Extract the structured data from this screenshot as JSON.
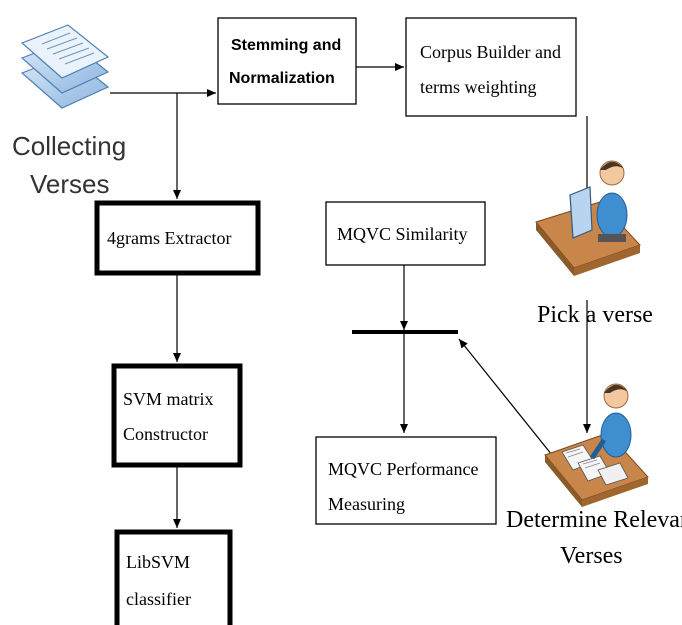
{
  "nodes": {
    "collecting": {
      "line1": "Collecting",
      "line2": "Verses",
      "icon": "documents-icon"
    },
    "stemming": {
      "line1": "Stemming and",
      "line2": "Normalization"
    },
    "corpus": {
      "line1": "Corpus Builder and",
      "line2": "terms weighting"
    },
    "fourgrams": {
      "label": "4grams Extractor"
    },
    "svm_matrix": {
      "line1": "SVM matrix",
      "line2": "Constructor"
    },
    "libsvm": {
      "line1": "LibSVM",
      "line2": "classifier"
    },
    "mqvc_similarity": {
      "label": "MQVC Similarity"
    },
    "mqvc_performance": {
      "line1": "MQVC Performance",
      "line2": "Measuring"
    },
    "pick_verse": {
      "label": "Pick a verse",
      "icon": "user-at-computer-icon"
    },
    "determine_relevant": {
      "line1": "Determine Relevant",
      "line2": "Verses",
      "icon": "user-reviewing-papers-icon"
    }
  },
  "colors": {
    "line": "#000000",
    "background": "#ffffff",
    "document_fill": "#a9c9ea",
    "desk": "#c8864a"
  }
}
